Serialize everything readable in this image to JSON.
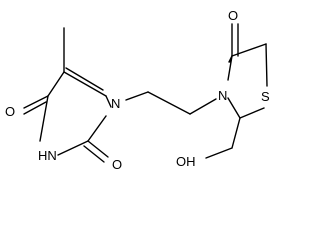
{
  "molecule": {
    "atoms": {
      "o_uracil_4": "O",
      "o_uracil_2": "O",
      "nh_uracil_3": "HN",
      "n_uracil_1": "N",
      "n_thiazolidine": "N",
      "s_thiazolidine": "S",
      "o_thiazolidinone": "O",
      "oh_hydroxymethyl": "OH"
    }
  },
  "colors": {
    "bond": "#000000",
    "label": "#000000",
    "background": "#ffffff"
  }
}
